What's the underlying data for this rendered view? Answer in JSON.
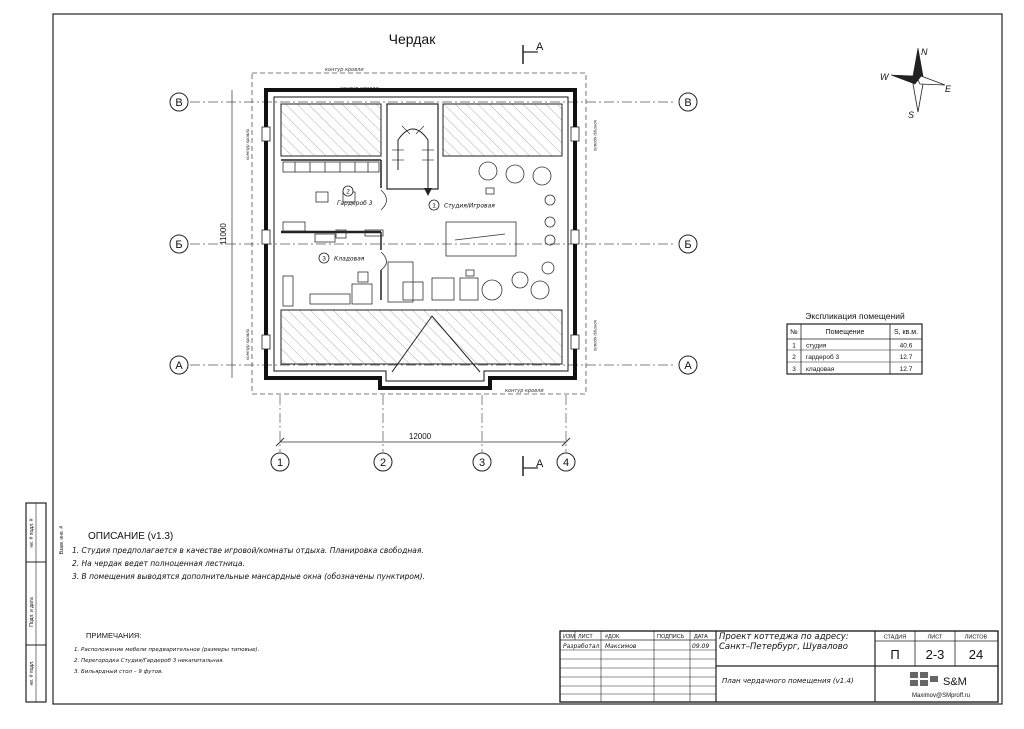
{
  "title": "Чердак",
  "section_marker": "A",
  "compass": {
    "n": "N",
    "s": "S",
    "e": "E",
    "w": "W"
  },
  "axes": {
    "a": "A",
    "b": "Б",
    "v": "В",
    "c1": "1",
    "c2": "2",
    "c3": "3",
    "c4": "4"
  },
  "dims": {
    "width": "12000",
    "height": "11000"
  },
  "contour_labels": {
    "top": "контур кровли",
    "inner": "контур кровли",
    "bottom": "контур кровли"
  },
  "rooms": [
    {
      "num": "1",
      "name": "Студия/Игровая"
    },
    {
      "num": "2",
      "name": "Гардероб 3"
    },
    {
      "num": "3",
      "name": "Кладовая"
    }
  ],
  "explication": {
    "title": "Экспликация помещений",
    "headers": [
      "№",
      "Помещение",
      "S, кв.м."
    ],
    "rows": [
      [
        "1",
        "студия",
        "40.6"
      ],
      [
        "2",
        "гардероб 3",
        "12.7"
      ],
      [
        "3",
        "кладовая",
        "12.7"
      ]
    ]
  },
  "description": {
    "title": "ОПИСАНИЕ (v1.3)",
    "items": [
      "1. Студия предполагается в качестве игровой/комнаты отдыха. Планировка свободная.",
      "2. На чердак ведет полноценная лестница.",
      "3. В помещения выводятся дополнительные мансардные окна (обозначены пунктиром)."
    ]
  },
  "notes": {
    "title": "ПРИМЕЧАНИЯ:",
    "items": [
      "1. Расположение мебели предварительное (размеры типовые).",
      "2. Перегородка Студия/Гардероб 3 некапитальная.",
      "3. Бильярдный стол – 9 футов."
    ]
  },
  "side_stamp": [
    "Взам. инв. #",
    "Подп. и дата",
    "нв. # подл."
  ],
  "side_stamp_top": "нв. # подл. #",
  "title_block": {
    "headers": [
      "ИЗМ",
      "ЛИСТ",
      "#ДОК.",
      "ПОДПИСЬ",
      "ДАТА"
    ],
    "developer_role": "Разработал",
    "developer_name": "Максимов",
    "date": "09.09",
    "project": "Проект коттеджа по адресу: Санкт–Петербург, Шувалово",
    "sheet_title": "План чердачного помещения (v1.4)",
    "stage_label": "СТАДИЯ",
    "sheet_label": "ЛИСТ",
    "sheets_label": "ЛИСТОВ",
    "stage": "П",
    "sheet": "2-3",
    "sheets": "24",
    "company": "S&M",
    "email": "Maximov@SMproff.ru"
  }
}
